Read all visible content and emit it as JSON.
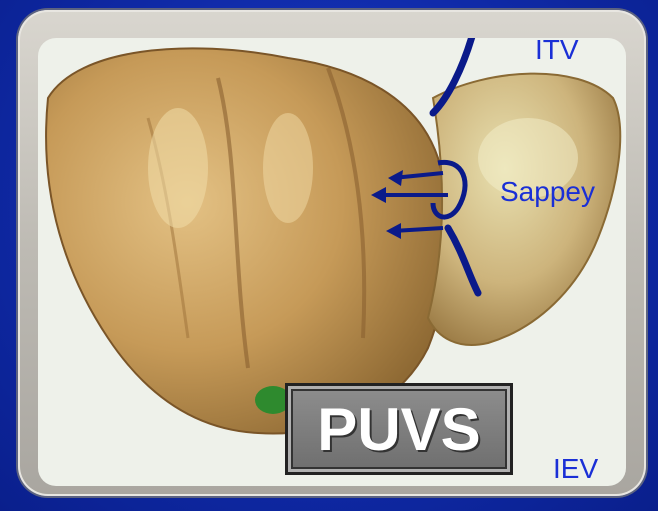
{
  "labels": {
    "itv": "ITV",
    "sappey": "Sappey",
    "iev": "IEV",
    "puvs": "PUVS"
  },
  "colors": {
    "background": "#0f2aa8",
    "label": "#1a2fd6",
    "vessel": "#0a1a8a",
    "liver": "#c9a86a",
    "box": "#7a7a7a"
  },
  "illustration": "liver-with-veins"
}
